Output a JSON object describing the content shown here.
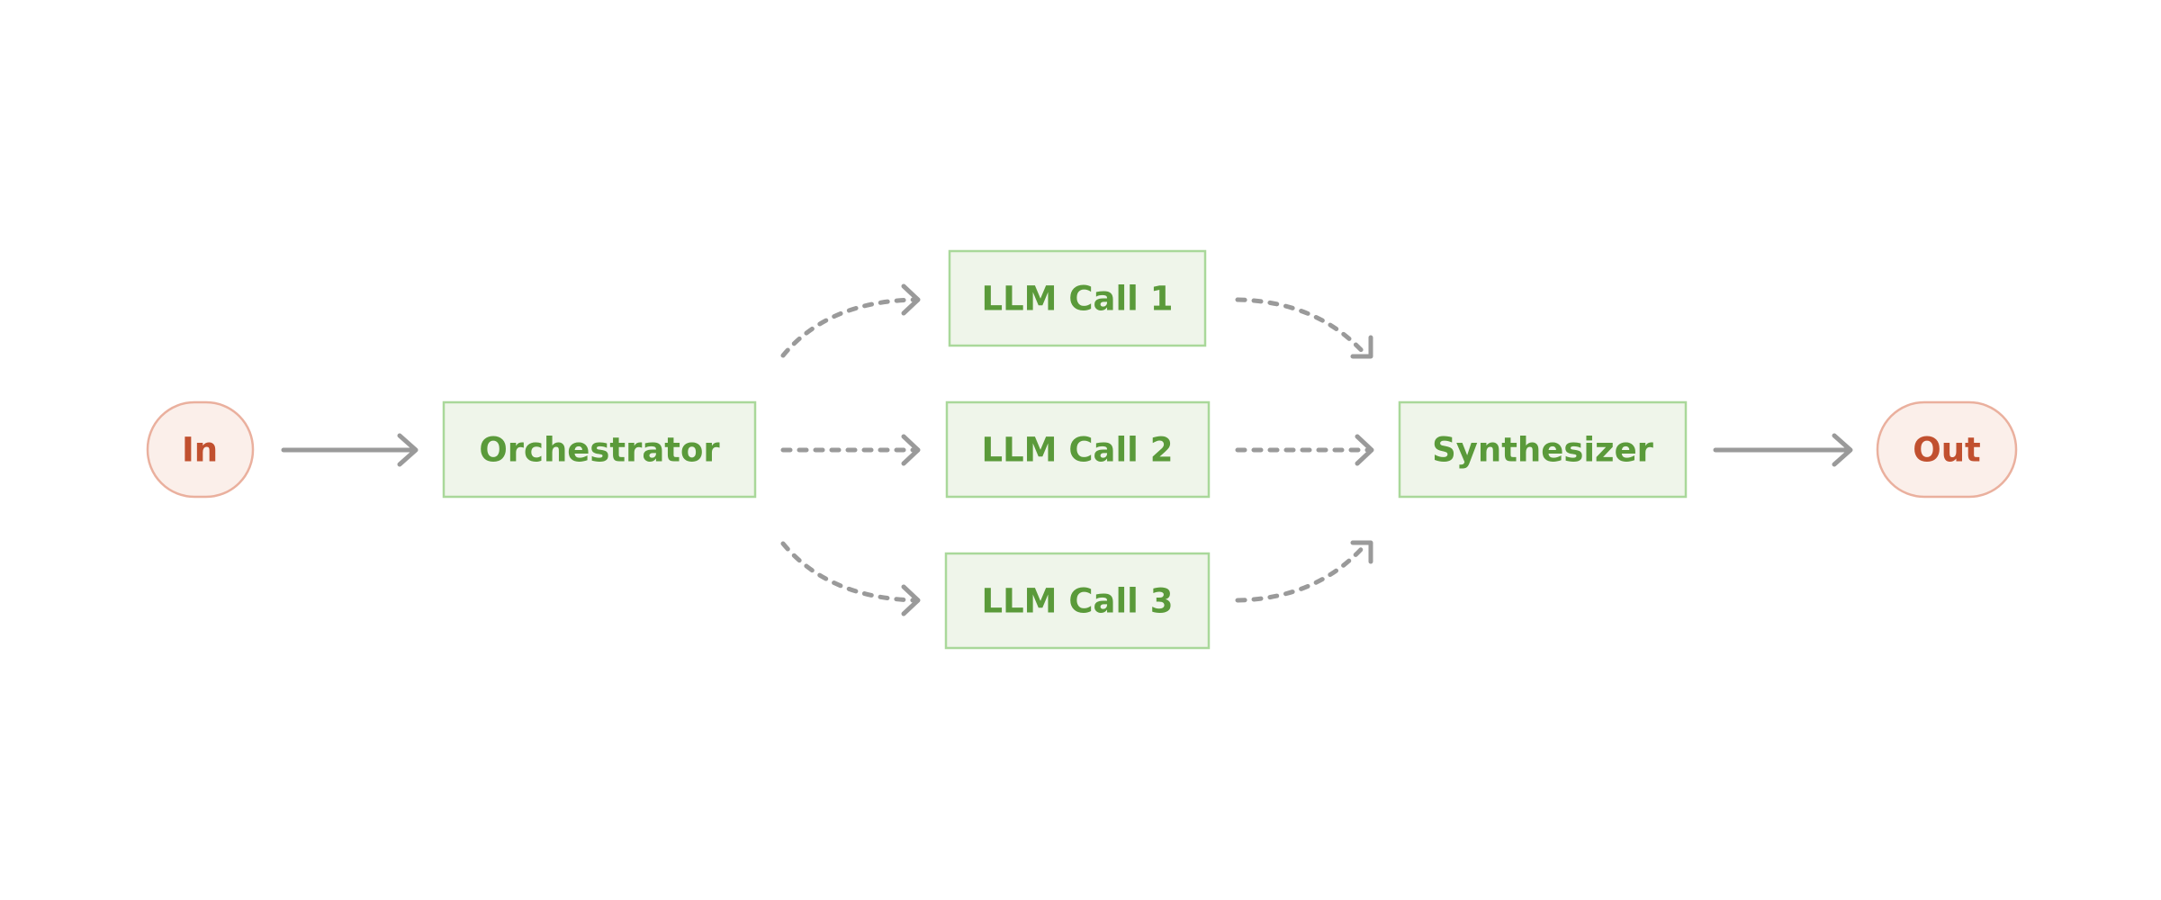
{
  "diagram": {
    "nodes": {
      "input": {
        "label": "In"
      },
      "orchestrator": {
        "label": "Orchestrator"
      },
      "llm_call_1": {
        "label": "LLM Call 1"
      },
      "llm_call_2": {
        "label": "LLM Call 2"
      },
      "llm_call_3": {
        "label": "LLM Call 3"
      },
      "synthesizer": {
        "label": "Synthesizer"
      },
      "output": {
        "label": "Out"
      }
    },
    "edges": [
      {
        "from": "In",
        "to": "Orchestrator",
        "style": "solid"
      },
      {
        "from": "Orchestrator",
        "to": "LLM Call 1",
        "style": "dashed"
      },
      {
        "from": "Orchestrator",
        "to": "LLM Call 2",
        "style": "dashed"
      },
      {
        "from": "Orchestrator",
        "to": "LLM Call 3",
        "style": "dashed"
      },
      {
        "from": "LLM Call 1",
        "to": "Synthesizer",
        "style": "dashed"
      },
      {
        "from": "LLM Call 2",
        "to": "Synthesizer",
        "style": "dashed"
      },
      {
        "from": "LLM Call 3",
        "to": "Synthesizer",
        "style": "dashed"
      },
      {
        "from": "Synthesizer",
        "to": "Out",
        "style": "solid"
      }
    ],
    "colors": {
      "terminal_fill": "#fbefea",
      "terminal_stroke": "#eab09e",
      "terminal_text": "#c1502f",
      "process_fill": "#eff5ea",
      "process_stroke": "#a9d89a",
      "process_text": "#5a9a3a",
      "edge": "#9a9a9a"
    }
  }
}
